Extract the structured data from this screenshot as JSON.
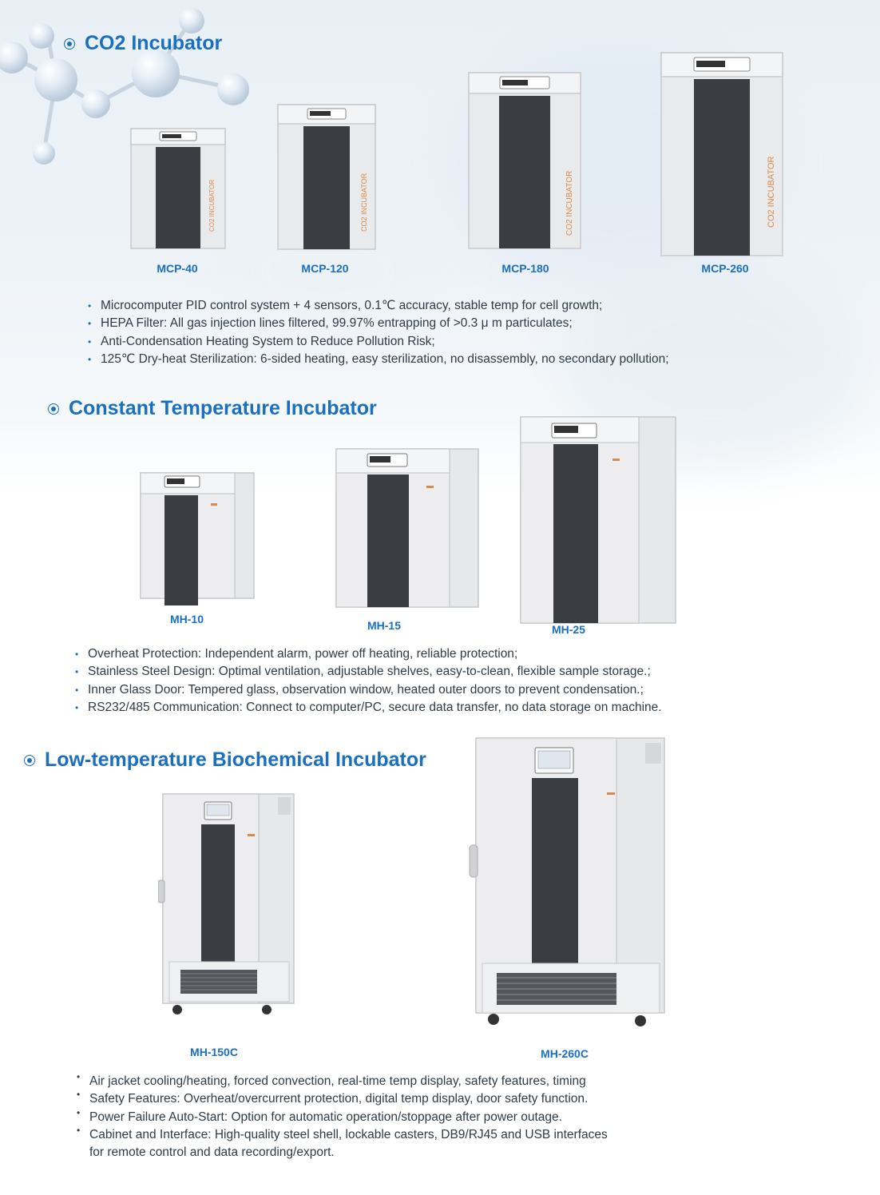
{
  "sections": {
    "co2": {
      "title": "CO2 Incubator",
      "models": [
        "MCP-40",
        "MCP-120",
        "MCP-180",
        "MCP-260"
      ],
      "features": [
        "Microcomputer PID control system + 4 sensors, 0.1℃ accuracy, stable temp for cell growth;",
        "HEPA Filter: All gas injection lines filtered, 99.97% entrapping of >0.3 μ m particulates;",
        "Anti-Condensation Heating System to Reduce Pollution Risk;",
        "125℃ Dry-heat Sterilization: 6-sided heating, easy sterilization, no disassembly, no secondary pollution;"
      ],
      "side_text": "CO2 INCUBATOR"
    },
    "constant_temp": {
      "title": "Constant Temperature Incubator",
      "models": [
        "MH-10",
        "MH-15",
        "MH-25"
      ],
      "features": [
        "Overheat Protection: Independent alarm, power off heating, reliable protection;",
        "Stainless Steel Design: Optimal ventilation, adjustable shelves, easy-to-clean, flexible sample storage.;",
        "Inner Glass Door: Tempered glass, observation window, heated outer doors to prevent condensation.;",
        "RS232/485 Communication: Connect to computer/PC, secure data transfer, no data storage on machine."
      ]
    },
    "low_temp": {
      "title": "Low-temperature Biochemical Incubator",
      "models": [
        "MH-150C",
        "MH-260C"
      ],
      "features": [
        "Air jacket cooling/heating, forced convection, real-time temp display, safety features, timing",
        "Safety Features: Overheat/overcurrent protection, digital temp display, door safety function.",
        "Power Failure Auto-Start: Option for automatic operation/stoppage after power outage.",
        "Cabinet and Interface: High-quality steel shell, lockable casters, DB9/RJ45 and USB interfaces",
        "for remote control and data recording/export."
      ]
    }
  },
  "colors": {
    "accent": "#1a6fc0",
    "body_text": "#2f3b45",
    "cabinet": "#e9eaec",
    "door": "#3a3d42",
    "label_orange": "#d9894a"
  }
}
